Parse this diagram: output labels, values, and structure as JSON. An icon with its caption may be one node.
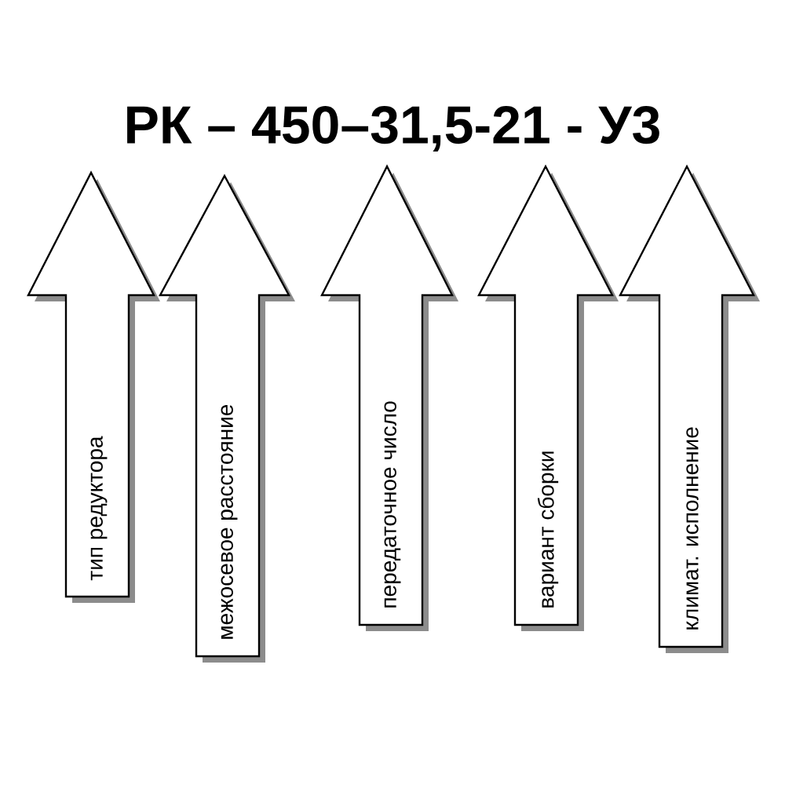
{
  "diagram": {
    "title": "РК – 450–31,5-21 - У3",
    "nodes": [
      {
        "text": [
          "тип редуктора"
        ]
      },
      {
        "text": [
          "межосевое расстояние"
        ]
      },
      {
        "text": [
          "передаточное число"
        ]
      },
      {
        "text": [
          "вариант сборки"
        ]
      },
      {
        "text": [
          "климат. исполнение"
        ]
      }
    ]
  }
}
